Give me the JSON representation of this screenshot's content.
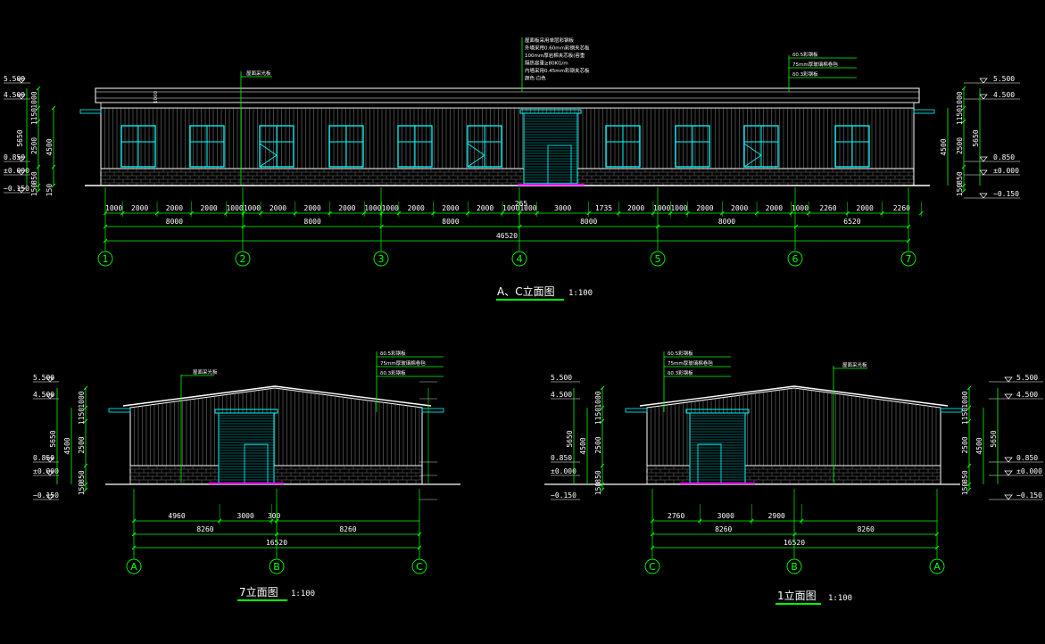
{
  "colors": {
    "background": "#000000",
    "outline": "#ffffff",
    "dimension": "#00ff00",
    "window": "#00ffff",
    "door": "#00ffff",
    "base": "#ff00ff",
    "wall": "#9a9a9a",
    "annotation": "#ff0000"
  },
  "main": {
    "title": "A、C立面图",
    "scale": "1:100",
    "axes": [
      "1",
      "2",
      "3",
      "4",
      "5",
      "6",
      "7"
    ],
    "dims_row1": [
      "1000",
      "2000",
      "2000",
      "2000",
      "1000",
      "1000",
      "2000",
      "2000",
      "2000",
      "1000",
      "1000",
      "2000",
      "2000",
      "2000",
      "1000",
      "1000",
      "3000",
      "1735",
      "2000",
      "1000",
      "1000",
      "2000",
      "2000",
      "2000",
      "1000",
      "2260",
      "2000",
      "2260"
    ],
    "dim_265": "265",
    "dims_row2": [
      "8000",
      "8000",
      "8000",
      "8000",
      "8000",
      "6520"
    ],
    "total": "46520",
    "left_levels": [
      "5.500",
      "4.500",
      "0.850",
      "±0.000",
      "−0.150"
    ],
    "right_levels": [
      "5.500",
      "4.500",
      "0.850",
      "±0.000",
      "−0.150"
    ],
    "left_vdims": [
      "1000",
      "1150",
      "2500",
      "850",
      "150"
    ],
    "left_vdims2": [
      "4500",
      "5650",
      "150"
    ],
    "right_vdims": [
      "1000",
      "1150",
      "2500",
      "850",
      "150"
    ],
    "right_vdims2": [
      "4500",
      "5650"
    ],
    "top_label": "1000",
    "note_center": [
      "屋面板采用单层彩钢板",
      "外墙采用0.60mm彩钢夹芯板",
      "100mm厚岩棉夹芯板(容重",
      "隔热容重≥80KG/m",
      "内墙采用0.45mm彩钢夹芯板",
      "颜色 白色"
    ],
    "note_right": [
      "δ0.5彩钢板",
      "75mm厚玻璃棉卷毡",
      "δ0.3彩钢板"
    ],
    "note_left": "屋面采光板"
  },
  "side7": {
    "title": "7立面图",
    "scale": "1:100",
    "axes": [
      "A",
      "B",
      "C"
    ],
    "dims_row1": [
      "4960",
      "3000",
      "300"
    ],
    "dims_row2": [
      "8260",
      "8260"
    ],
    "total": "16520",
    "left_levels": [
      "5.500",
      "4.500",
      "0.850",
      "±0.000",
      "−0.150"
    ],
    "left_vdims": [
      "1000",
      "1150",
      "2500",
      "850",
      "150"
    ],
    "left_vdims2": [
      "5650",
      "4500"
    ],
    "note": [
      "δ0.5彩钢板",
      "75mm厚玻璃棉卷毡",
      "δ0.3彩钢板"
    ],
    "note_small": "屋面采光板"
  },
  "side1": {
    "title": "1立面图",
    "scale": "1:100",
    "axes": [
      "C",
      "B",
      "A"
    ],
    "dims_row1": [
      "2760",
      "3000",
      "2900"
    ],
    "dims_row2": [
      "8260",
      "8260"
    ],
    "total": "16520",
    "right_levels": [
      "5.500",
      "4.500",
      "0.850",
      "±0.000",
      "−0.150"
    ],
    "right_vdims": [
      "1000",
      "1150",
      "2500",
      "850",
      "150"
    ],
    "right_vdims2": [
      "4500",
      "5650"
    ],
    "note": [
      "δ0.5彩钢板",
      "75mm厚玻璃棉卷毡",
      "δ0.3彩钢板"
    ],
    "note_small": "屋面采光板"
  }
}
